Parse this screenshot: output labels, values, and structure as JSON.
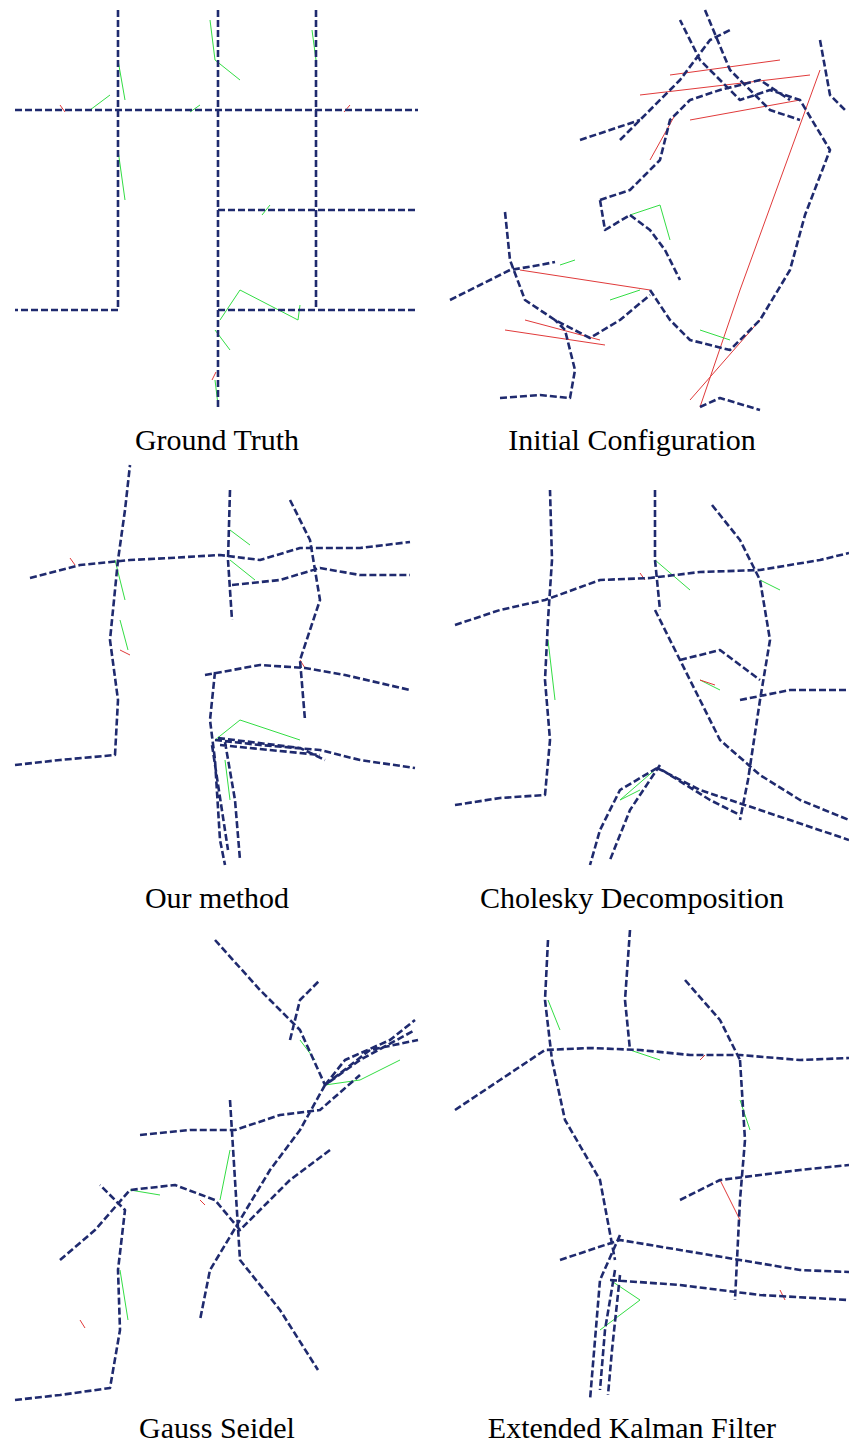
{
  "diagram": {
    "labels": [
      "Ground Truth",
      "Initial Configuration",
      "Our method",
      "Cholesky Decomposition",
      "Gauss Seidel",
      "Extended Kalman Filter"
    ]
  }
}
